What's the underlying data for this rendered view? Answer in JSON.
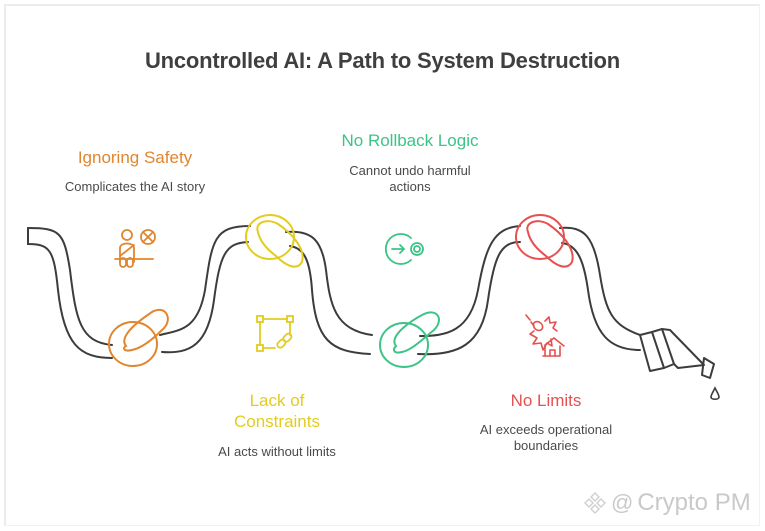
{
  "title": "Uncontrolled AI: A Path to System Destruction",
  "colors": {
    "hose": "#3c3c3c",
    "orange": "#e0862f",
    "yellow": "#e3cc1f",
    "green": "#3cc486",
    "red": "#e55050",
    "title": "#3f3f3f",
    "text": "#4a4a4a"
  },
  "steps": [
    {
      "label": "Ignoring Safety",
      "description": "Complicates the AI story",
      "icon": "seatbelt-icon",
      "color": "#e0862f"
    },
    {
      "label_line1": "Lack of",
      "label_line2": "Constraints",
      "description": "AI acts without limits",
      "icon": "unlinked-constraints-icon",
      "color": "#e3cc1f"
    },
    {
      "label": "No Rollback Logic",
      "description_line1": "Cannot undo harmful",
      "description_line2": "actions",
      "icon": "irreversible-action-icon",
      "color": "#3cc486"
    },
    {
      "label": "No Limits",
      "description_line1": "AI exceeds operational",
      "description_line2": "boundaries",
      "icon": "explosion-house-icon",
      "color": "#e55050"
    }
  ],
  "watermark": {
    "symbol": "@",
    "text": "Crypto PM"
  }
}
